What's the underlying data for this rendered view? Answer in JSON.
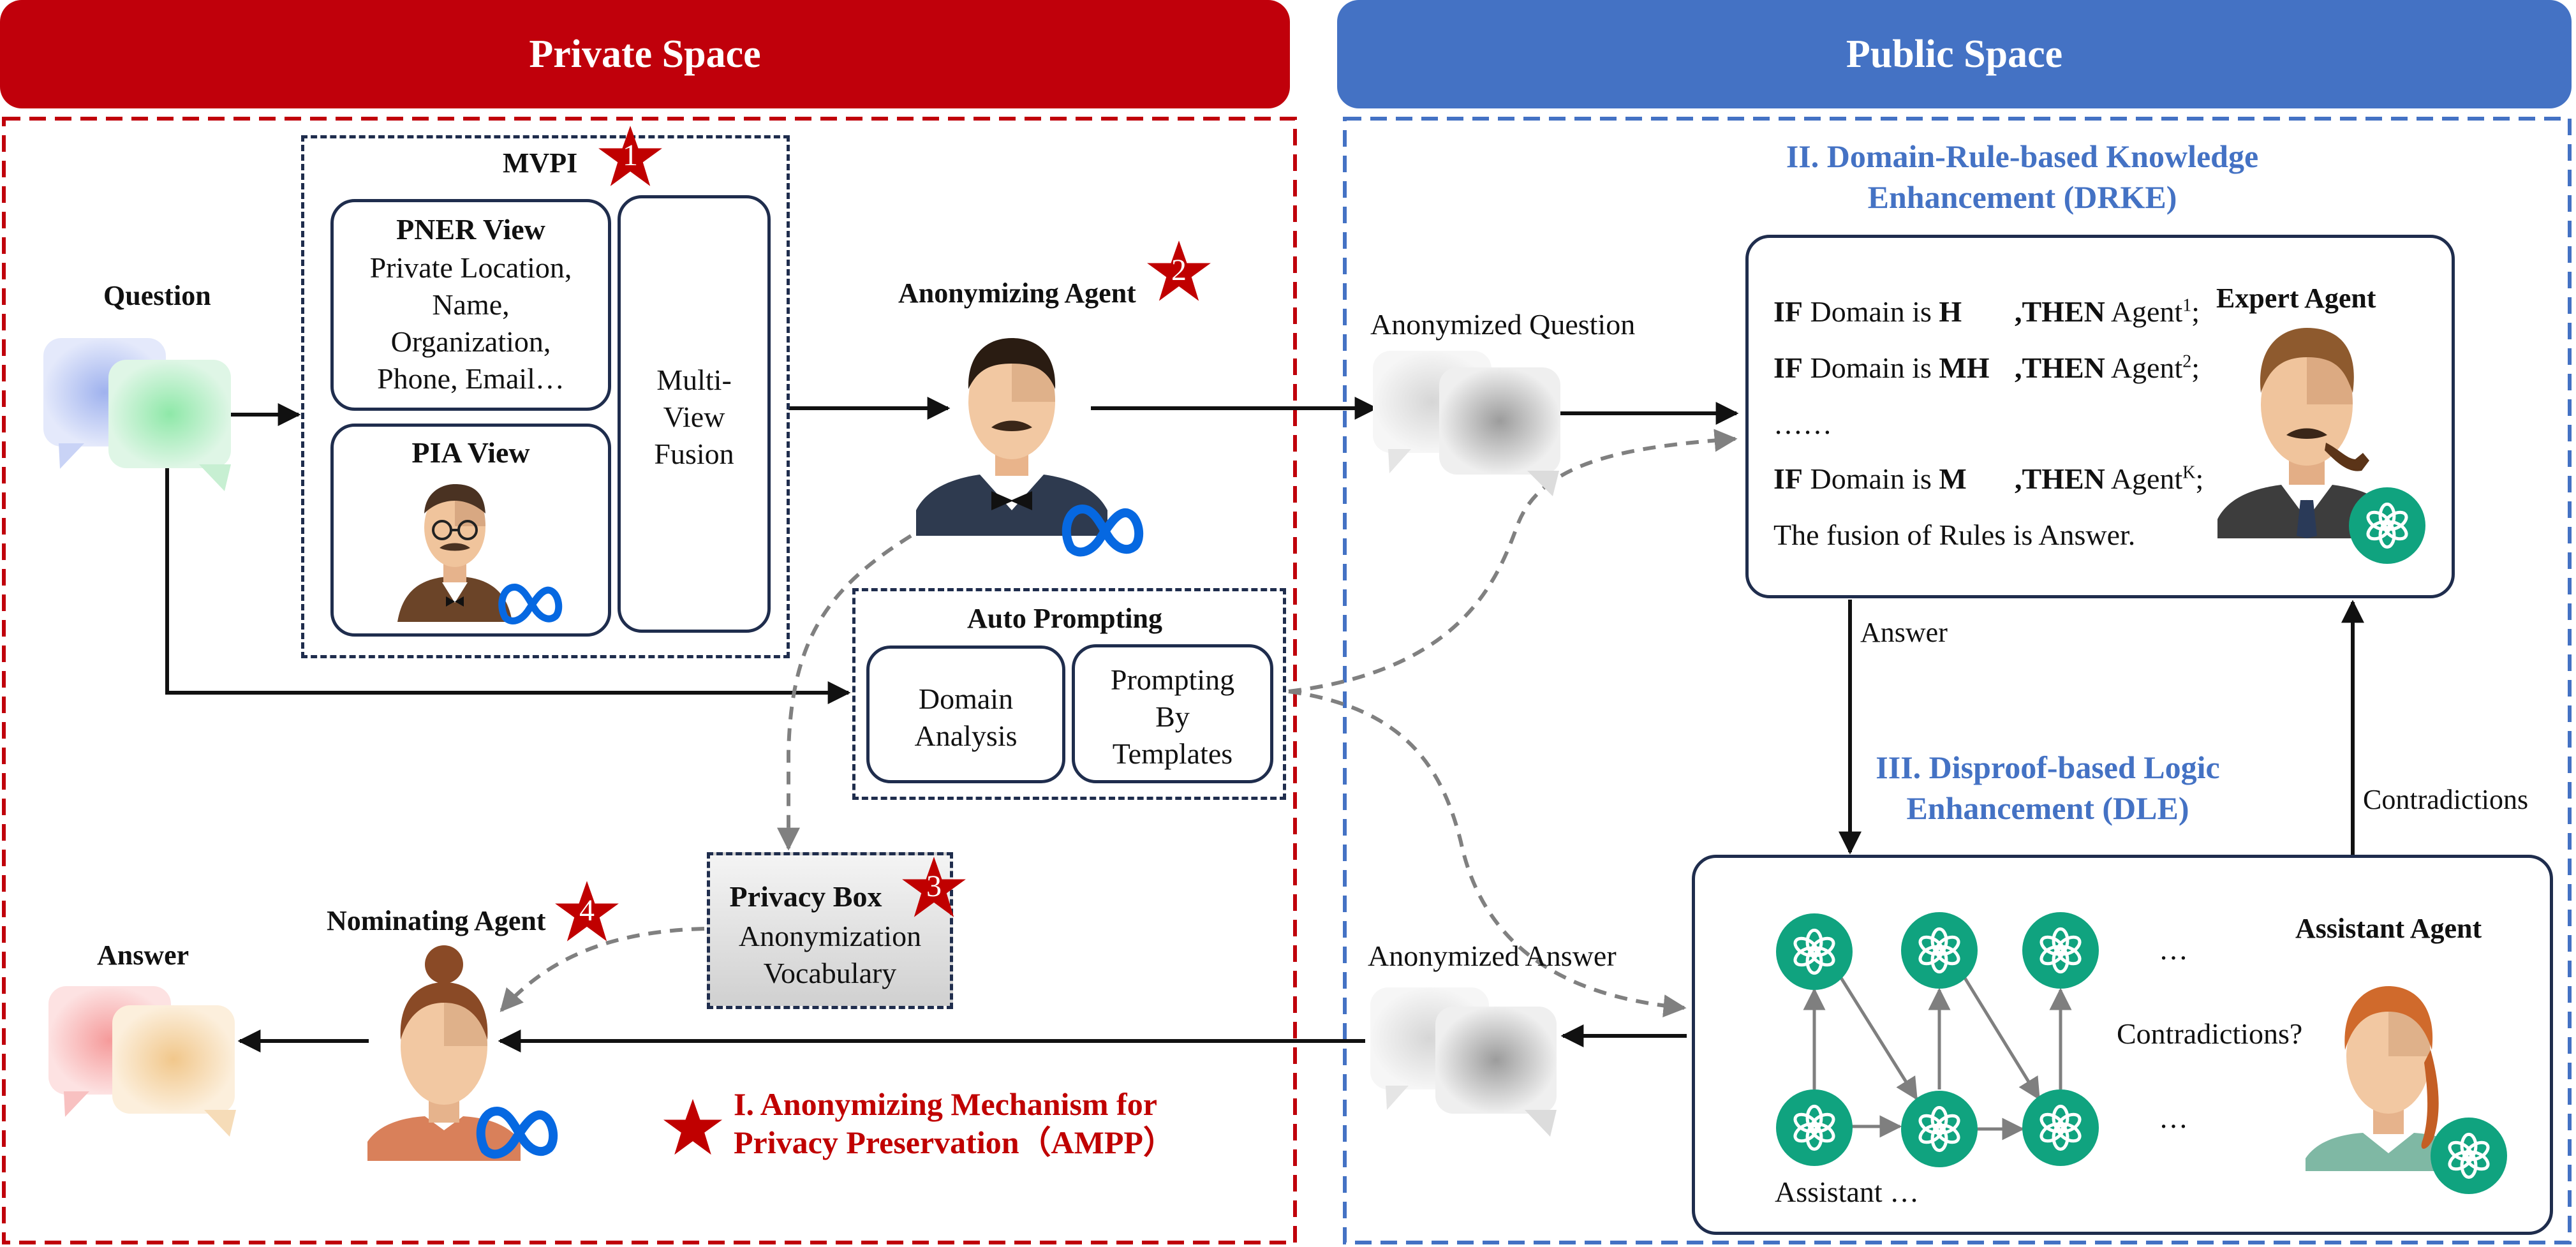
{
  "spaces": {
    "private": "Private Space",
    "public": "Public Space"
  },
  "mvpi": {
    "title": "MVPI",
    "step": "1",
    "pner_title": "PNER View",
    "pner_lines": [
      "Private Location,",
      "Name,",
      "Organization,",
      "Phone, Email…"
    ],
    "pia_title": "PIA View",
    "fusion_lines": [
      "Multi-",
      "View",
      "Fusion"
    ]
  },
  "question_label": "Question",
  "answer_label": "Answer",
  "anonymizing_agent": {
    "label": "Anonymizing Agent",
    "step": "2"
  },
  "auto_prompting": {
    "title": "Auto Prompting",
    "domain_lines": [
      "Domain",
      "Analysis"
    ],
    "templates_lines": [
      "Prompting",
      "By",
      "Templates"
    ]
  },
  "privacy_box": {
    "title": "Privacy Box",
    "step": "3",
    "lines": [
      "Anonymization",
      "Vocabulary"
    ]
  },
  "nominating_agent": {
    "label": "Nominating Agent",
    "step": "4"
  },
  "ampp": {
    "lines": [
      "I. Anonymizing Mechanism for",
      "Privacy Preservation（AMPP）"
    ]
  },
  "anonymized_question": "Anonymized Question",
  "anonymized_answer": "Anonymized Answer",
  "drke": {
    "title_lines": [
      "II. Domain-Rule-based Knowledge",
      "Enhancement (DRKE)"
    ],
    "rules": [
      {
        "kw_if": "IF",
        "mid": " Domain is ",
        "domain": "H",
        "kw_then": ",THEN",
        "agent": " Agent",
        "sup": "1",
        "end": ";"
      },
      {
        "kw_if": "IF",
        "mid": " Domain is ",
        "domain": "MH",
        "kw_then": ",THEN",
        "agent": " Agent",
        "sup": "2",
        "end": ";"
      },
      {
        "kw_if": "IF",
        "mid": " Domain is ",
        "domain": "M",
        "kw_then": ",THEN",
        "agent": " Agent",
        "sup": "K",
        "end": ";"
      }
    ],
    "ellipsis": "……",
    "fusion": "The fusion of Rules is Answer.",
    "expert_label": "Expert Agent"
  },
  "flow": {
    "answer": "Answer",
    "contradictions": "Contradictions"
  },
  "dle": {
    "title_lines": [
      "III. Disproof-based Logic",
      "Enhancement (DLE)"
    ],
    "assistant_label": "Assistant Agent",
    "contradictions_q": "Contradictions?",
    "assistant_dots": "Assistant …",
    "dots_top": "…",
    "dots_bottom": "…"
  },
  "icons": {
    "star": "star-icon",
    "meta": "meta-logo-icon",
    "openai": "openai-logo-icon",
    "chat": "chat-bubble-icon"
  },
  "colors": {
    "private": "#c0000b",
    "public": "#4472c4",
    "star": "#c00000",
    "gpt": "#10a37f",
    "meta": "#0668e1"
  }
}
